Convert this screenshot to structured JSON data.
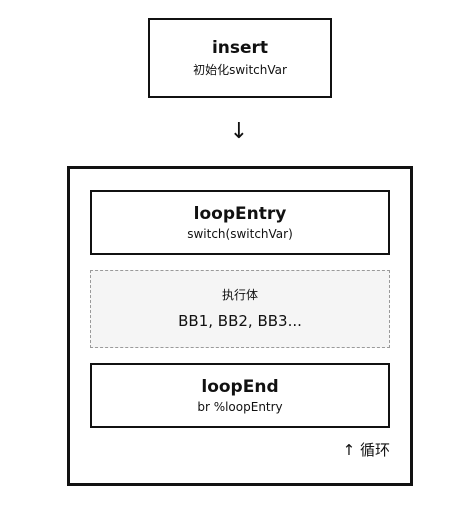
{
  "insert": {
    "title": "insert",
    "subtitle": "初始化switchVar"
  },
  "arrow": {
    "down": "↓"
  },
  "loop": {
    "entry": {
      "title": "loopEntry",
      "subtitle": "switch(switchVar)"
    },
    "body": {
      "label": "执行体",
      "blocks": "BB1, BB2, BB3..."
    },
    "end": {
      "title": "loopEnd",
      "subtitle": "br %loopEntry"
    },
    "back_label": "↑ 循环"
  }
}
